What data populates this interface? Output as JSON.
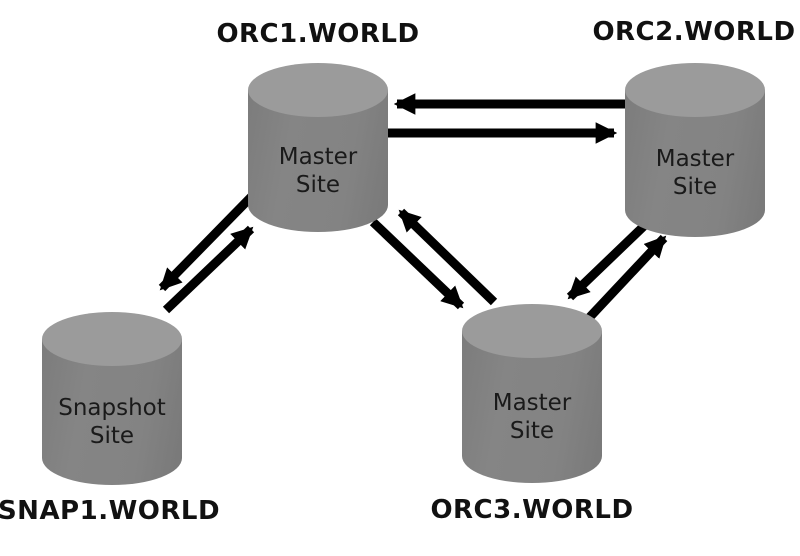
{
  "canvas": {
    "background": "#ffffff"
  },
  "colors": {
    "arrow": "#000000",
    "cylinder_body": "#828282",
    "cylinder_top": "#9b9b9b",
    "label_text": "#111111",
    "cylinder_text": "#1a1a1a"
  },
  "nodes": [
    {
      "id": "orc1",
      "label": "ORC1.WORLD",
      "role_line1": "Master",
      "role_line2": "Site",
      "label_position": "top"
    },
    {
      "id": "orc2",
      "label": "ORC2.WORLD",
      "role_line1": "Master",
      "role_line2": "Site",
      "label_position": "top"
    },
    {
      "id": "snap1",
      "label": "SNAP1.WORLD",
      "role_line1": "Snapshot",
      "role_line2": "Site",
      "label_position": "bottom"
    },
    {
      "id": "orc3",
      "label": "ORC3.WORLD",
      "role_line1": "Master",
      "role_line2": "Site",
      "label_position": "bottom"
    }
  ],
  "links": [
    {
      "from": "ORC1.WORLD",
      "to": "ORC2.WORLD",
      "type": "bidirectional"
    },
    {
      "from": "ORC1.WORLD",
      "to": "SNAP1.WORLD",
      "type": "bidirectional"
    },
    {
      "from": "ORC1.WORLD",
      "to": "ORC3.WORLD",
      "type": "bidirectional"
    },
    {
      "from": "ORC2.WORLD",
      "to": "ORC3.WORLD",
      "type": "bidirectional"
    }
  ]
}
